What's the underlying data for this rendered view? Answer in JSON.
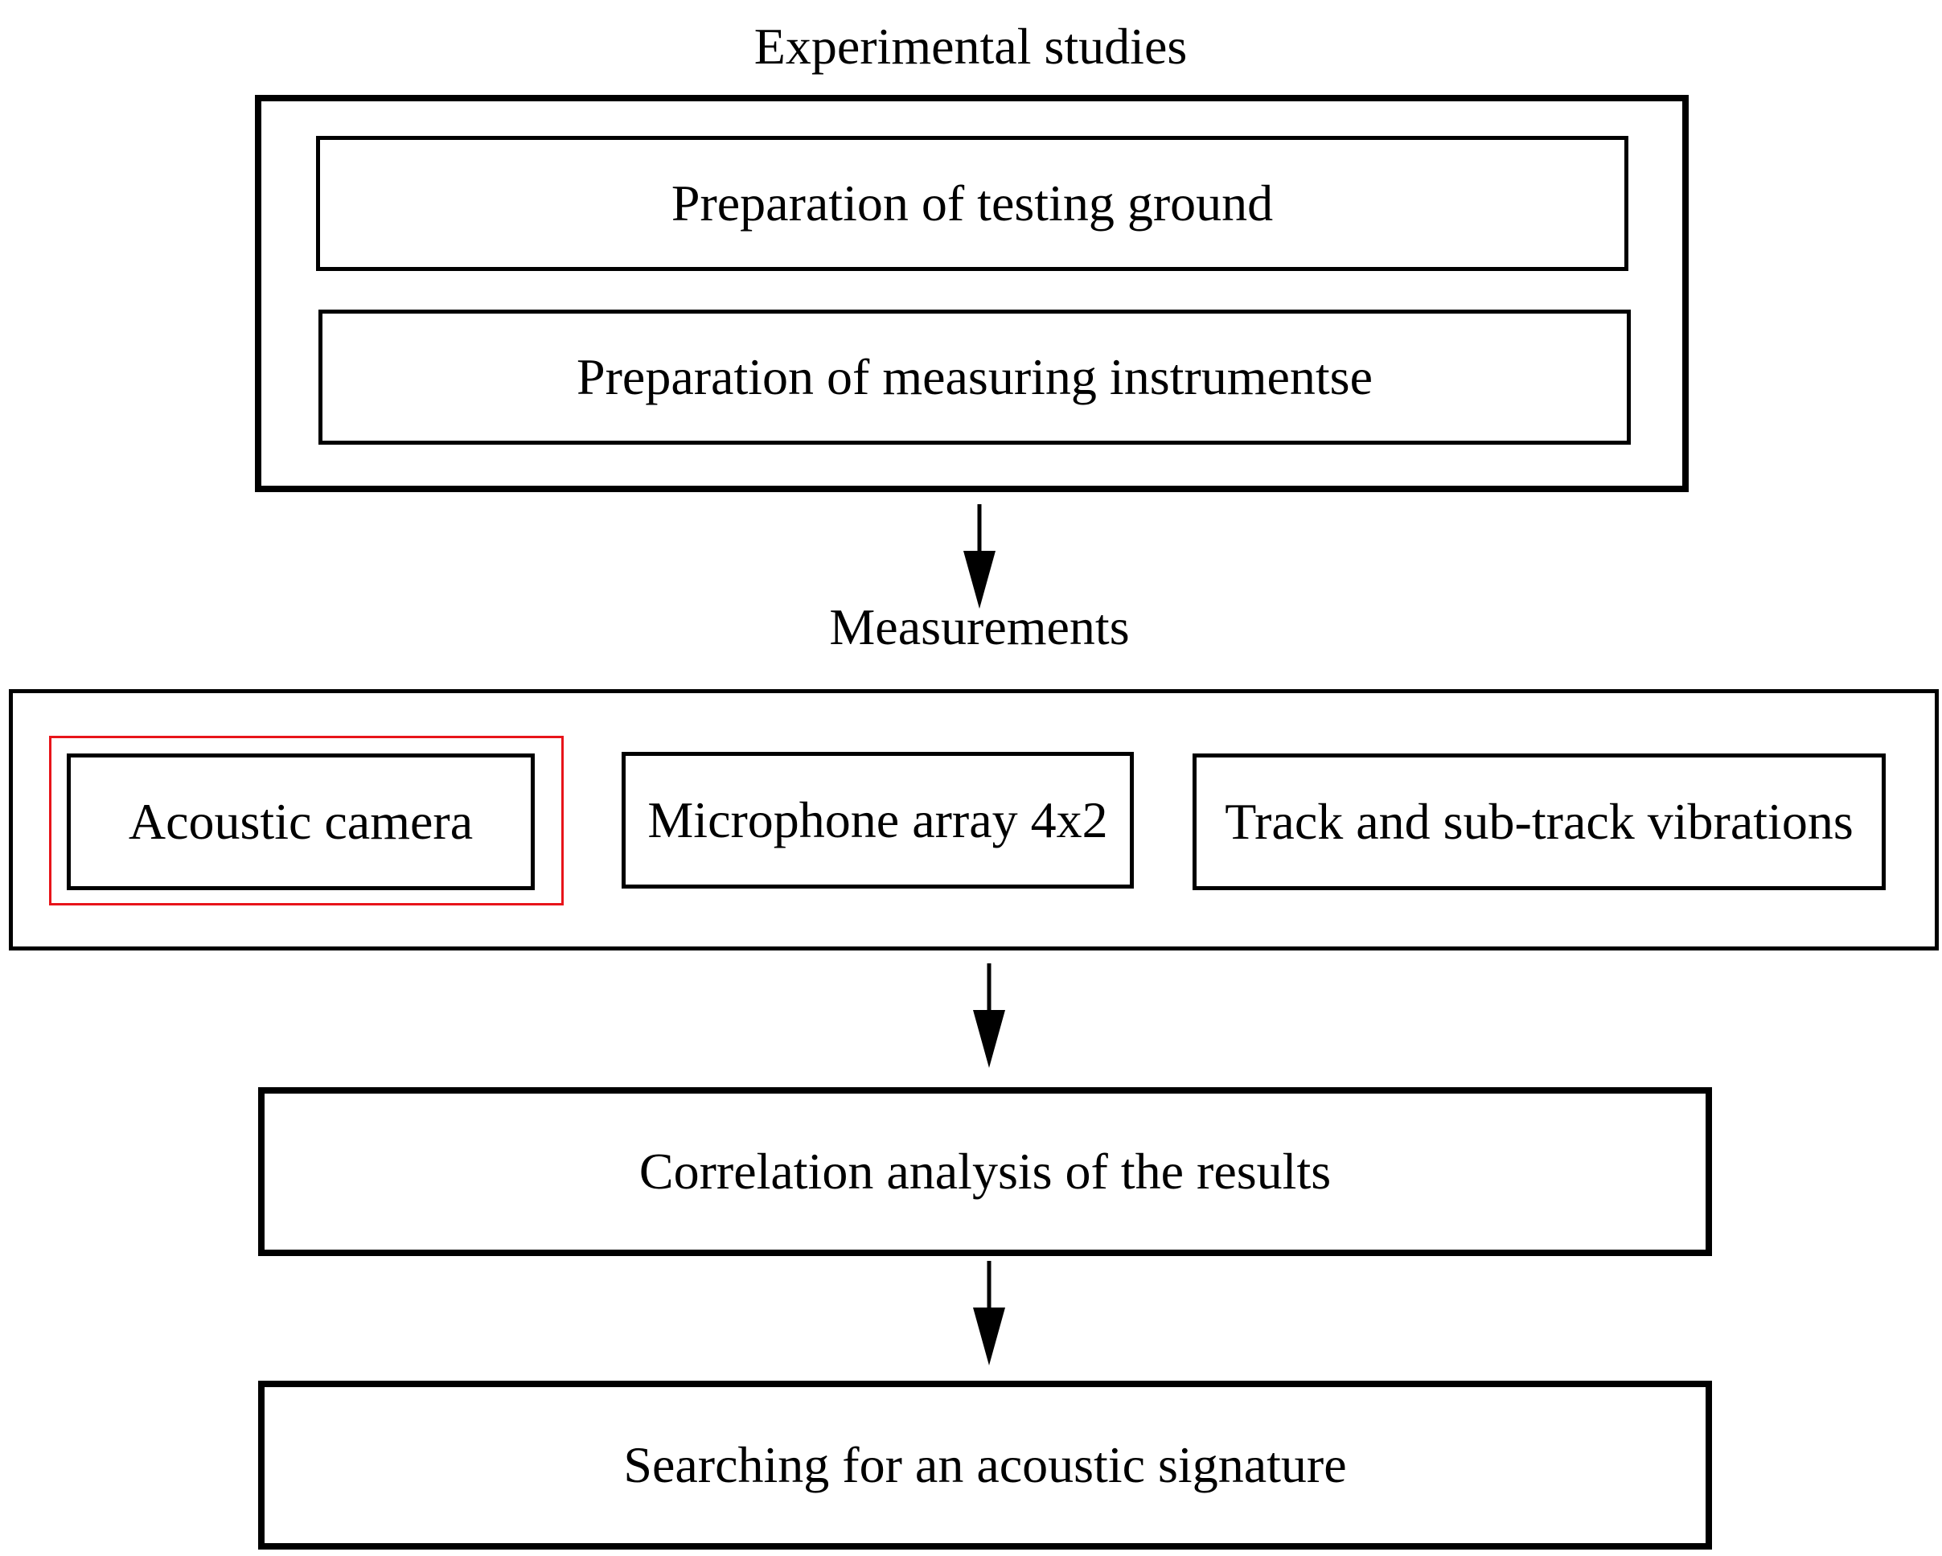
{
  "sections": {
    "experimental": {
      "title": "Experimental studies",
      "items": [
        "Preparation of testing ground",
        "Preparation of measuring instrumentse"
      ]
    },
    "measurements": {
      "title": "Measurements",
      "items": [
        "Acoustic camera",
        "Microphone array 4x2",
        "Track and sub-track vibrations"
      ],
      "highlighted_item": "Acoustic camera",
      "highlight_color": "#e8141a"
    },
    "correlation": {
      "label": "Correlation analysis of the results"
    },
    "searching": {
      "label": "Searching for an acoustic signature"
    }
  },
  "colors": {
    "stroke": "#000000",
    "background": "#ffffff"
  }
}
